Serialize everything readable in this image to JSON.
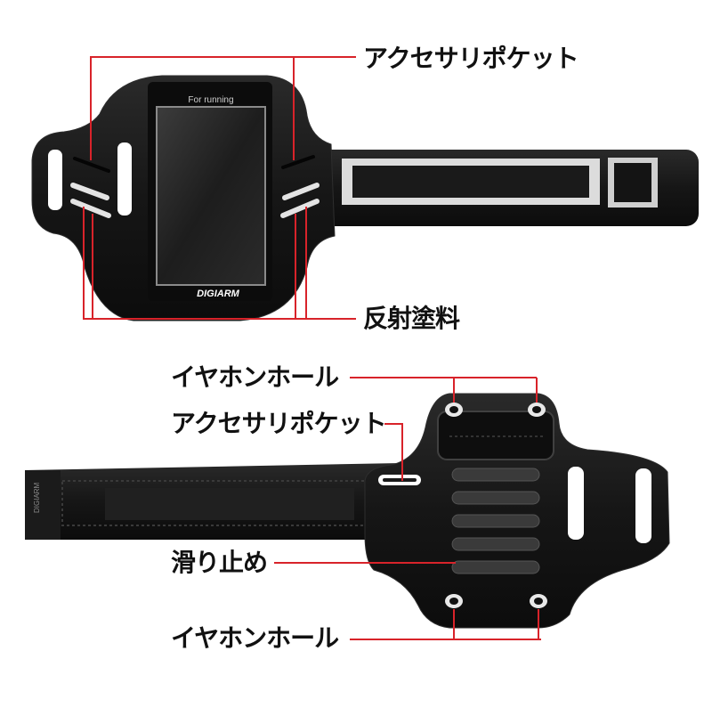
{
  "colors": {
    "callout_line": "#d8232a",
    "band": "#161616",
    "band_edge": "#3a3a3a",
    "reflective": "#e4e4e4",
    "background": "#ffffff"
  },
  "front": {
    "screen_text": "For running",
    "brand": "DIGIARM",
    "callouts": {
      "accessory_pocket": "アクセサリポケット",
      "reflective_paint": "反射塗料"
    }
  },
  "back": {
    "strap_brand": "DIGIARM",
    "callouts": {
      "earphone_hole_top": "イヤホンホール",
      "accessory_pocket": "アクセサリポケット",
      "anti_slip": "滑り止め",
      "earphone_hole_bottom": "イヤホンホール"
    }
  }
}
